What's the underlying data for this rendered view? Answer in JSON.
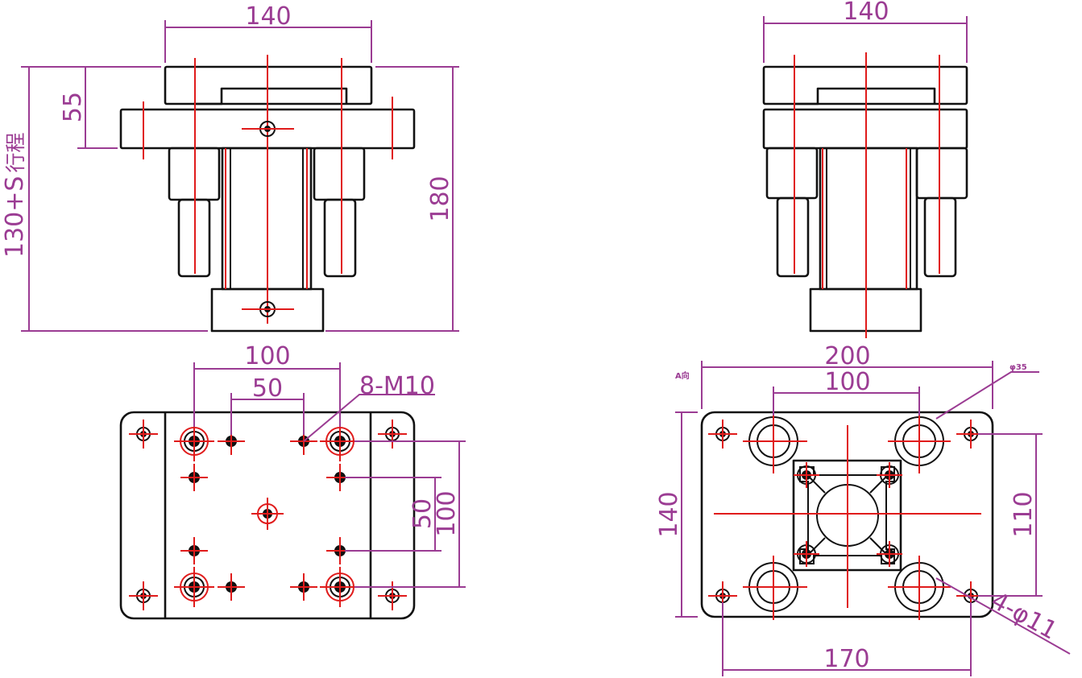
{
  "dimensions": {
    "front_top_width": "140",
    "front_flange_height": "55",
    "front_total_height": "180",
    "front_stroke_height": "130+S",
    "front_stroke_suffix": "行程",
    "side_top_width": "140",
    "bottom_outer_pitch": "100",
    "bottom_inner_pitch": "50",
    "bottom_thread_callout": "8-M10",
    "bottom_v_inner": "50",
    "bottom_v_outer": "100",
    "flange_width": "200",
    "flange_pitch": "100",
    "flange_bore_callout": "φ35",
    "flange_view_label": "A向",
    "flange_height": "140",
    "flange_v_pitch": "110",
    "flange_h_pitch": "170",
    "flange_holes_callout": "4-φ11"
  },
  "colors": {
    "outline": "#111111",
    "centerline": "#e01b1b",
    "dimension": "#9b3c93"
  }
}
